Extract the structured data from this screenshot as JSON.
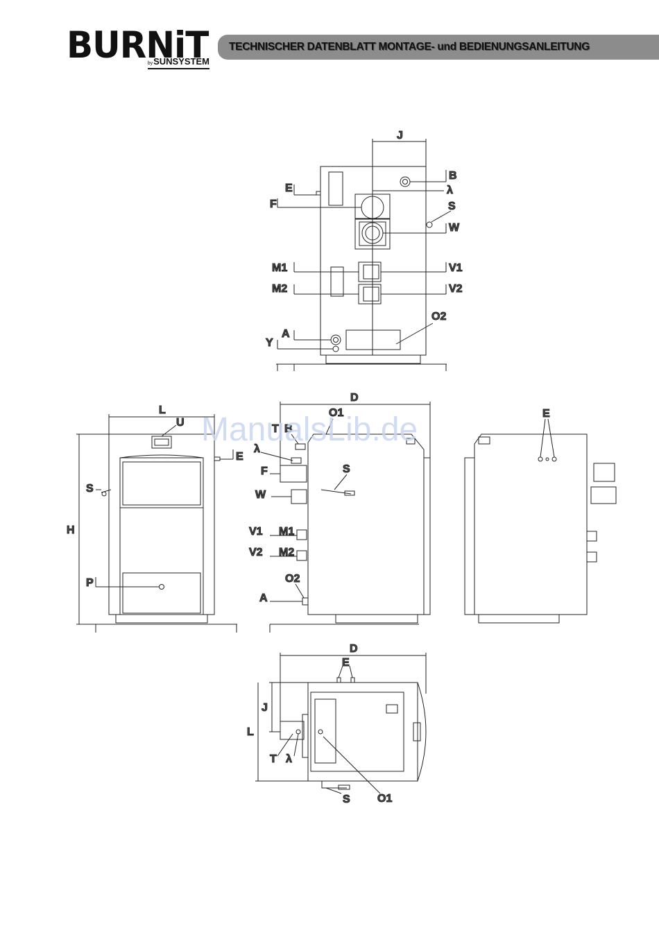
{
  "brand": {
    "name": "BURNiT",
    "by": "by",
    "sub": "SUNSYSTEM"
  },
  "header": {
    "title": "TECHNISCHER DATENBLATT MONTAGE- und BEDIENUNGSANLEITUNG"
  },
  "watermark": "ManualsLib.de",
  "labels": {
    "back_view": {
      "J": "J",
      "B": "B",
      "lambda": "λ",
      "S": "S",
      "W": "W",
      "E": "E",
      "F": "F",
      "M1": "M1",
      "M2": "M2",
      "V1": "V1",
      "V2": "V2",
      "A": "A",
      "Y": "Y",
      "O2": "O2"
    },
    "front_view": {
      "L": "L",
      "U": "U",
      "E": "E",
      "S": "S",
      "H": "H",
      "P": "P"
    },
    "side_view": {
      "D": "D",
      "O1": "O1",
      "T": "T",
      "B": "B",
      "lambda": "λ",
      "F": "F",
      "S": "S",
      "W": "W",
      "V1": "V1",
      "M1": "M1",
      "V2": "V2",
      "M2": "M2",
      "O2": "O2",
      "A": "A"
    },
    "right_view": {
      "E": "E"
    },
    "top_view": {
      "D": "D",
      "E": "E",
      "J": "J",
      "L": "L",
      "T": "T",
      "lambda": "λ",
      "S": "S",
      "O1": "O1"
    }
  },
  "colors": {
    "line": "#222222",
    "label": "#555555",
    "band": "#8c8c8c"
  }
}
